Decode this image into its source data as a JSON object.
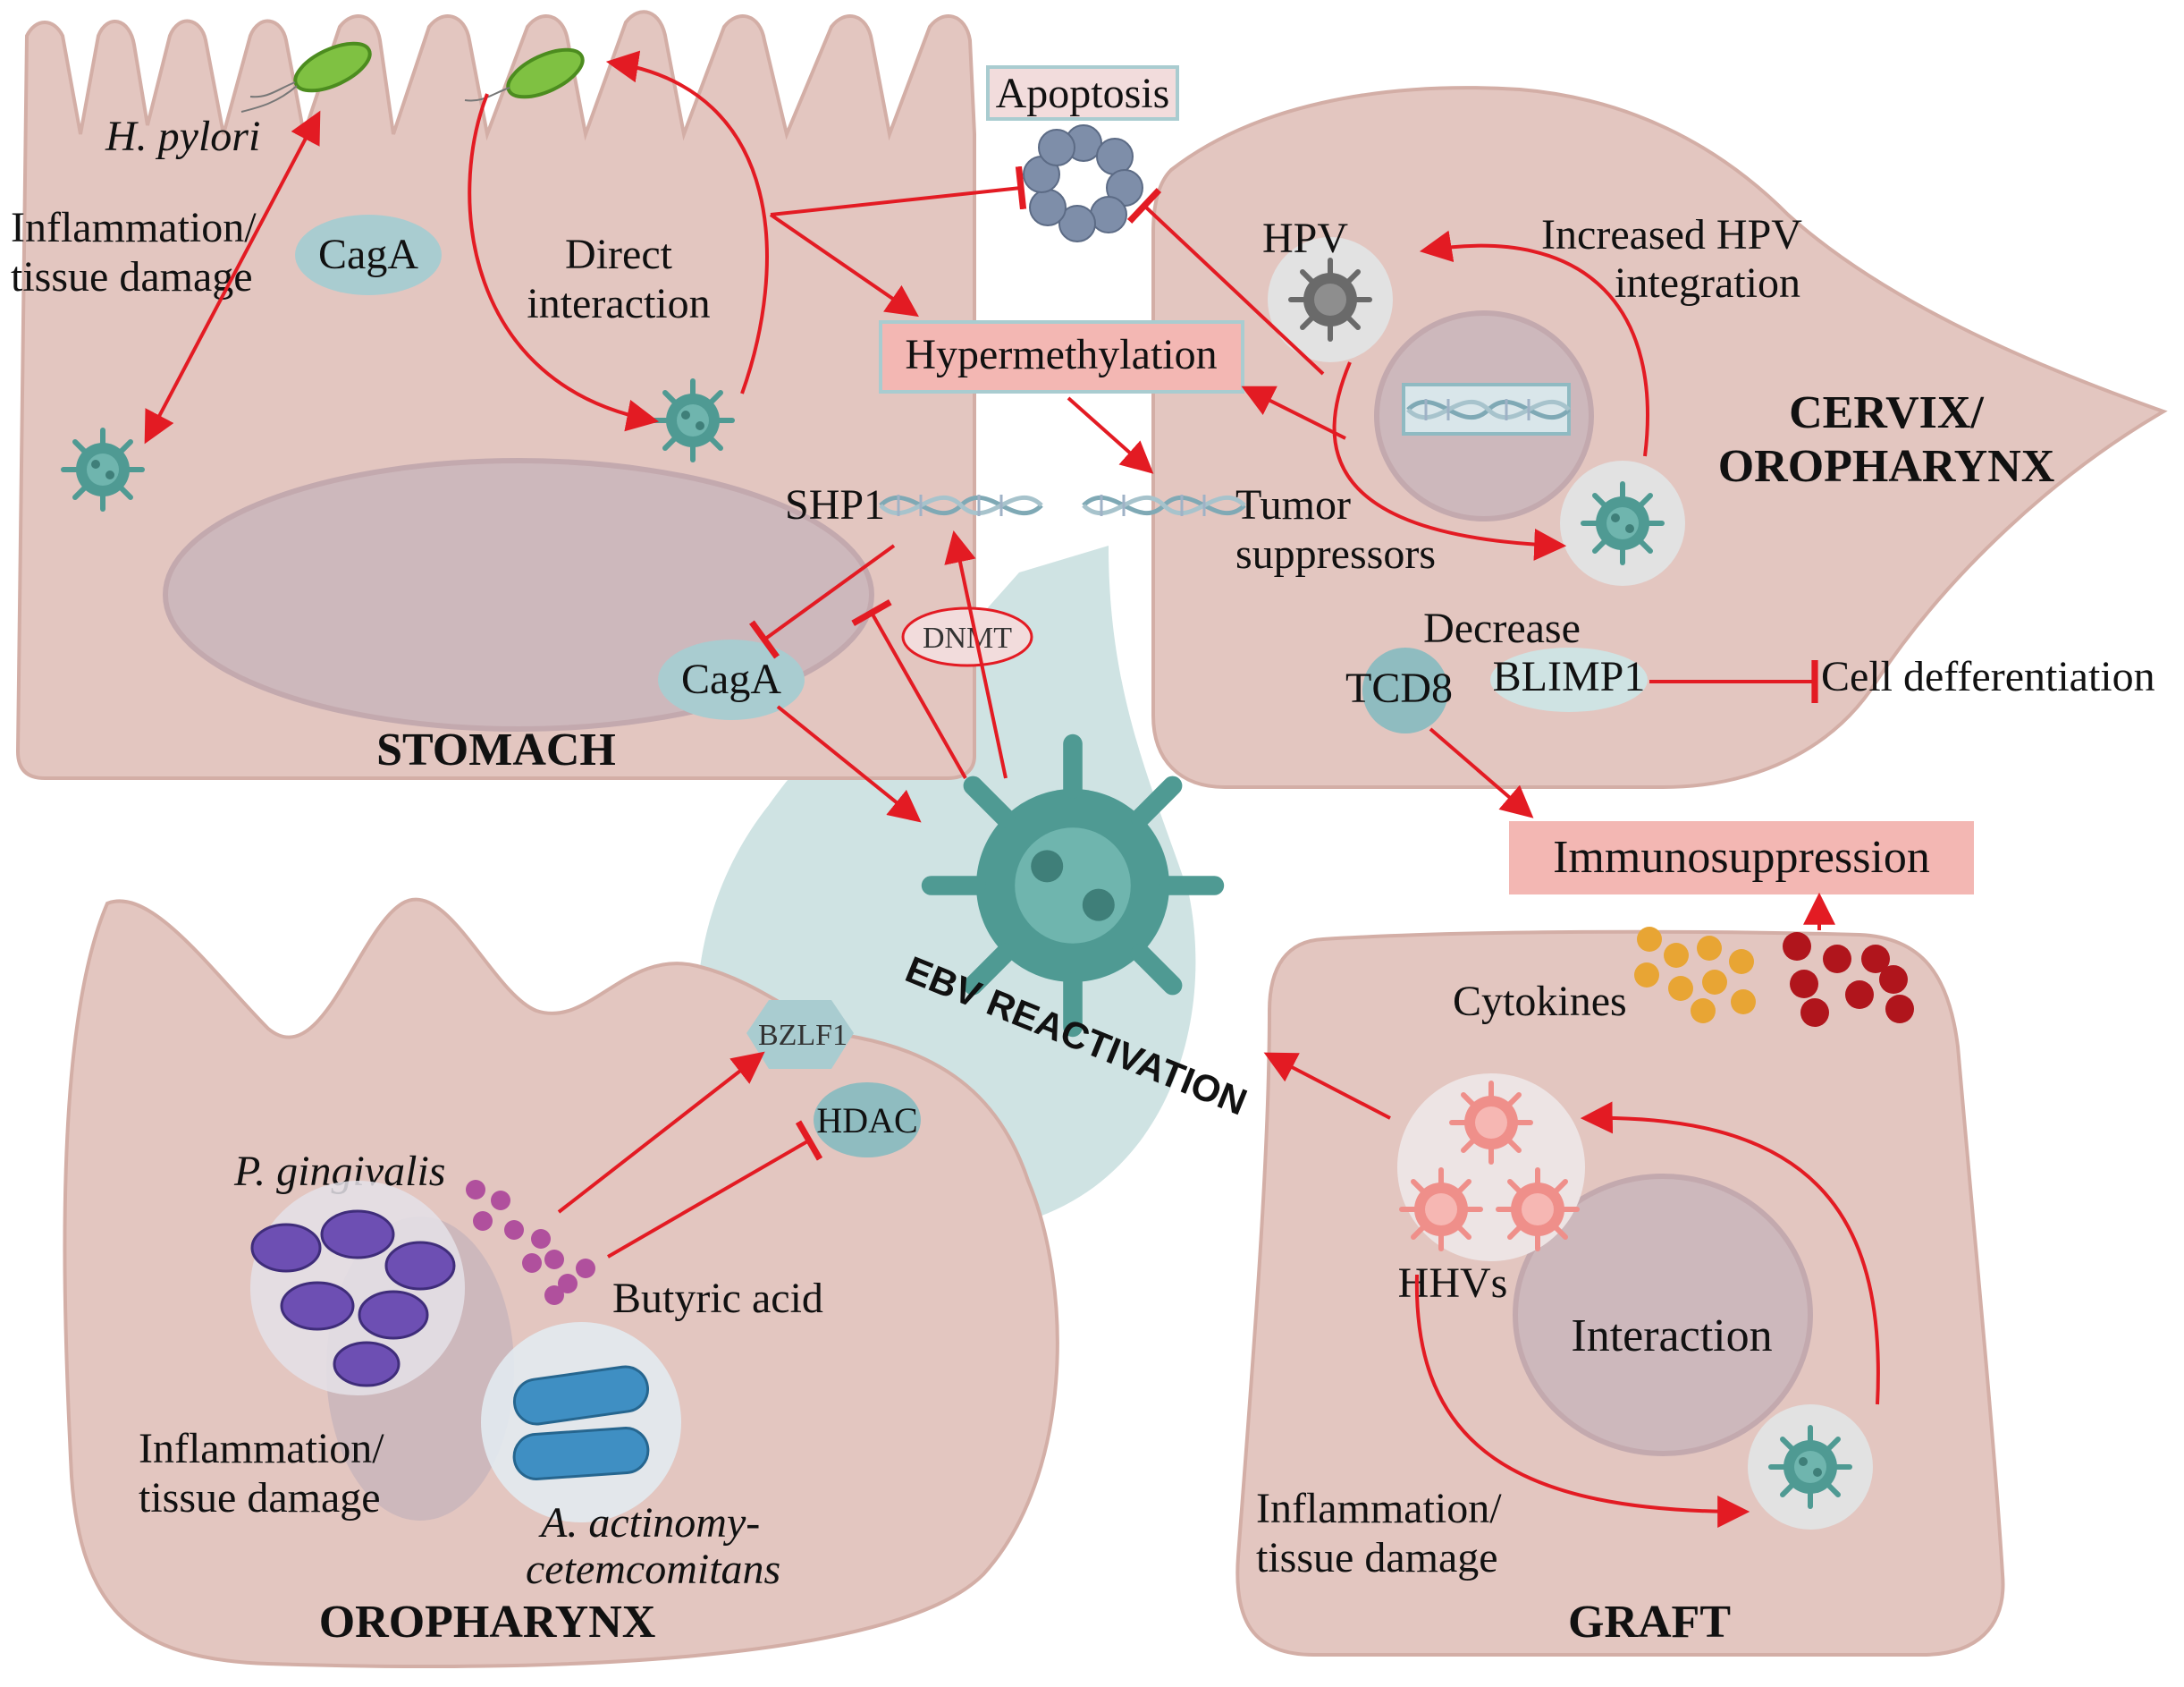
{
  "colors": {
    "cell": "#e3c6c0",
    "cell_edge": "#d3aea6",
    "nucleus": "#cdb8bc",
    "ebv_zone": "#cfe3e3",
    "arrow": "#e31b23",
    "highlight_box": "#f3b7b3",
    "virus": "#4f9a93",
    "hhv": "#ef8f8a",
    "bacteria_purple": "#6d4fb3",
    "bacteria_blue": "#3f8fc3",
    "butyric": "#b0509d",
    "cytokine_orange": "#e8a534",
    "cytokine_red": "#b0151c",
    "apoptosis_bead": "#7e8ea9"
  },
  "stomach": {
    "title": "STOMACH",
    "h_pylori": "H. pylori",
    "inflammation_l1": "Inflammation/",
    "inflammation_l2": "tissue damage",
    "caga_top": "CagA",
    "direct_l1": "Direct",
    "direct_l2": "interaction",
    "caga_bottom": "CagA",
    "shp1": "SHP1",
    "dnmt": "DNMT"
  },
  "center": {
    "apoptosis": "Apoptosis",
    "hypermethylation": "Hypermethylation",
    "tumor_l1": "Tumor",
    "tumor_l2": "suppressors",
    "ebv_reactivation": "EBV REACTIVATION"
  },
  "cervix": {
    "title_l1": "CERVIX/",
    "title_l2": "OROPHARYNX",
    "hpv": "HPV",
    "increased_l1": "Increased HPV",
    "increased_l2": "integration",
    "decrease": "Decrease",
    "tcd8": "TCD8",
    "blimp1": "BLIMP1",
    "cell_diff": "Cell defferentiation"
  },
  "graft": {
    "title": "GRAFT",
    "immunosuppression": "Immunosuppression",
    "cytokines": "Cytokines",
    "hhvs": "HHVs",
    "interaction": "Interaction",
    "inflammation_l1": "Inflammation/",
    "inflammation_l2": "tissue damage"
  },
  "oropharynx": {
    "title": "OROPHARYNX",
    "bzlf1": "BZLF1",
    "hdac": "HDAC",
    "p_gingivalis": "P. gingivalis",
    "butyric_acid": "Butyric acid",
    "inflammation_l1": "Inflammation/",
    "inflammation_l2": "tissue damage",
    "a_act_l1": "A. actinomy-",
    "a_act_l2": "cetemcomitans"
  }
}
